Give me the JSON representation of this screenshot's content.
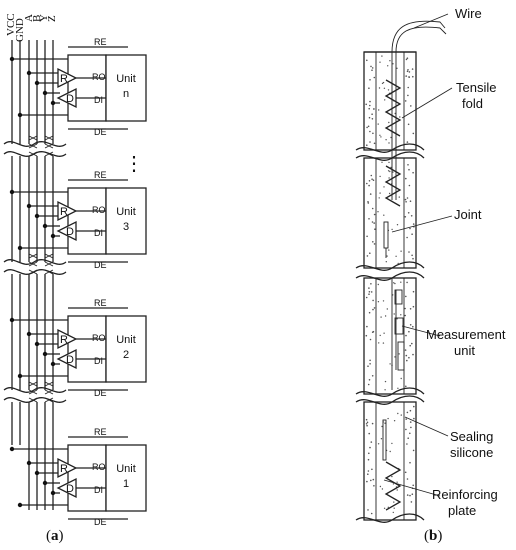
{
  "panel_a": {
    "bus_labels": [
      "VCC",
      "GND",
      "A",
      "B",
      "Y",
      "Z"
    ],
    "units": [
      {
        "name": "Unit",
        "id": "n"
      },
      {
        "name": "Unit",
        "id": "3"
      },
      {
        "name": "Unit",
        "id": "2"
      },
      {
        "name": "Unit",
        "id": "1"
      }
    ],
    "pins": {
      "re": "RE",
      "ro": "RO",
      "di": "DI",
      "de": "DE"
    },
    "receiver": "R",
    "driver": "D",
    "ellipsis": "⋮",
    "caption_prefix": "(",
    "caption_letter": "a",
    "caption_suffix": ")"
  },
  "panel_b": {
    "labels": [
      {
        "line1": "Wire",
        "line2": ""
      },
      {
        "line1": "Tensile",
        "line2": "fold"
      },
      {
        "line1": "Joint",
        "line2": ""
      },
      {
        "line1": "Measurement",
        "line2": "unit"
      },
      {
        "line1": "Sealing",
        "line2": "silicone"
      },
      {
        "line1": "Reinforcing",
        "line2": "plate"
      }
    ],
    "caption_prefix": "(",
    "caption_letter": "b",
    "caption_suffix": ")"
  },
  "colors": {
    "ink": "#222222",
    "background": "#ffffff"
  }
}
